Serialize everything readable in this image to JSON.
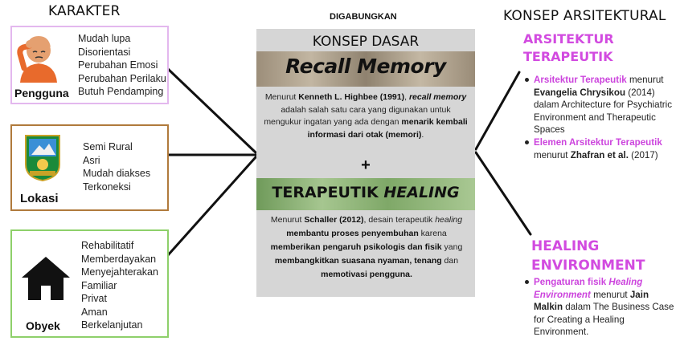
{
  "headers": {
    "left": "KARAKTER",
    "center": "DIGABUNGKAN",
    "right": "KONSEP ARSITEKTURAL"
  },
  "colors": {
    "pink": "#d24be0",
    "violet_border": "#e3b8ee",
    "brown_border": "#b07a3c",
    "green_border": "#8ed06a",
    "center_bg": "#d6d6d6"
  },
  "boxes": {
    "pengguna": {
      "label": "Pengguna",
      "icon": "confused-person-icon",
      "items": [
        "Mudah lupa",
        "Disorientasi",
        "Perubahan Emosi",
        "Perubahan Perilaku",
        "Butuh Pendamping"
      ]
    },
    "lokasi": {
      "label": "Lokasi",
      "icon": "sleman-emblem-icon",
      "items": [
        "Semi Rural",
        "Asri",
        "Mudah diakses",
        "Terkoneksi"
      ]
    },
    "obyek": {
      "label": "Obyek",
      "icon": "house-icon",
      "items": [
        "Rehabilitatif",
        "Memberdayakan",
        "Menyejahterakan",
        "Familiar",
        "Privat",
        "Aman",
        "Berkelanjutan"
      ]
    }
  },
  "center": {
    "title": "KONSEP DASAR",
    "recall_title": "Recall Memory",
    "recall_text": {
      "p1": "Menurut ",
      "author": "Kenneth L. Highbee (1991)",
      "p2": ", ",
      "term": "recall memory",
      "p3": " adalah salah satu cara yang digunakan untuk mengukur ingatan yang ada dengan ",
      "bold_end": "menarik kembali informasi dari otak (memori)",
      "p4": "."
    },
    "plus": "+",
    "healing_title_1": "TERAPEUTIK ",
    "healing_title_2": "HEALING",
    "healing_text": {
      "p1": "Menurut ",
      "author": "Schaller (2012)",
      "p2": ", desain terapeutik ",
      "term": "healing",
      "b1": " membantu proses penyembuhan",
      "p3": " karena ",
      "b2": "memberikan pengaruh psikologis dan fisik",
      "p4": " yang ",
      "b3": "membangkitkan suasana nyaman, tenang",
      "p5": " dan ",
      "b4": "memotivasi pengguna."
    }
  },
  "right": {
    "section1_title_1": "ARSITEKTUR",
    "section1_title_2": "TERAPEUTIK",
    "s1_item1": {
      "pink": "Arsitektur Terapeutik",
      "t1": " menurut ",
      "bold": "Evangelia Chrysikou",
      "t2": " (2014) dalam Architecture for Psychiatric Environment and Therapeutic Spaces"
    },
    "s1_item2": {
      "pink": "Elemen Arsitektur Terapeutik",
      "t1": " menurut ",
      "bold": "Zhafran et al.",
      "t2": " (2017)"
    },
    "section2_title_1": "HEALING",
    "section2_title_2": "ENVIRONMENT",
    "s2_item1": {
      "pink1": "Pengaturan fisik ",
      "pink_italic": "Healing Environment",
      "t1": " menurut ",
      "bold": "Jain Malkin",
      "t2": " dalam The Business Case for Creating a Healing Environment."
    }
  }
}
